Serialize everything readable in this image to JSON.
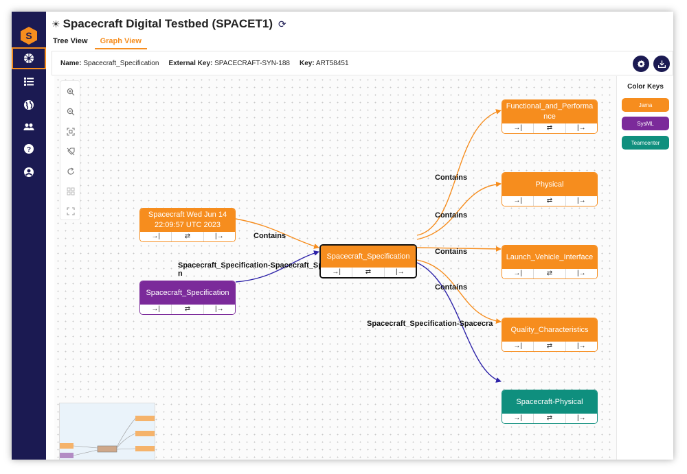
{
  "header": {
    "title": "Spacecraft Digital Testbed (SPACET1)"
  },
  "tabs": [
    {
      "label": "Tree View",
      "active": false
    },
    {
      "label": "Graph View",
      "active": true
    }
  ],
  "info": {
    "name_label": "Name:",
    "name_value": "Spacecraft_Specification",
    "external_key_label": "External Key:",
    "external_key_value": "SPACECRAFT-SYN-188",
    "key_label": "Key:",
    "key_value": "ART58451"
  },
  "sidebar": {
    "items": [
      {
        "icon": "graph-icon",
        "active": true
      },
      {
        "icon": "list-icon"
      },
      {
        "icon": "globe-icon"
      },
      {
        "icon": "users-icon"
      },
      {
        "icon": "help-icon"
      },
      {
        "icon": "account-icon"
      }
    ]
  },
  "color_keys": {
    "title": "Color Keys",
    "items": [
      {
        "label": "Jama",
        "color": "#f68d1e"
      },
      {
        "label": "SysML",
        "color": "#7b2a9a"
      },
      {
        "label": "Teamcenter",
        "color": "#0f8f7e"
      }
    ]
  },
  "colors": {
    "jama": "#f68d1e",
    "sysml": "#7b2a9a",
    "teamcenter": "#0f8f7e",
    "nav": "#1b1a52"
  },
  "graph": {
    "nodes": [
      {
        "label": "Spacecraft Wed Jun 14 22:09:57 UTC 2023"
      },
      {
        "label": "Spacecraft_Specification"
      },
      {
        "label": "Spacecraft_Specification"
      },
      {
        "label": "Functional_and_Performance"
      },
      {
        "label": "Physical"
      },
      {
        "label": "Launch_Vehicle_Interface"
      },
      {
        "label": "Quality_Characteristics"
      },
      {
        "label": "Spacecraft-Physical"
      }
    ],
    "node_actions": [
      "→|",
      "⇄",
      "|→"
    ],
    "edges": [
      {
        "label": "Contains"
      },
      {
        "label": "Spacecraft_Specification-Spacecraft_Specificatio\nn"
      },
      {
        "label": "Contains"
      },
      {
        "label": "Contains"
      },
      {
        "label": "Contains"
      },
      {
        "label": "Contains"
      },
      {
        "label": "Spacecraft_Specification-Spacecra"
      }
    ]
  }
}
